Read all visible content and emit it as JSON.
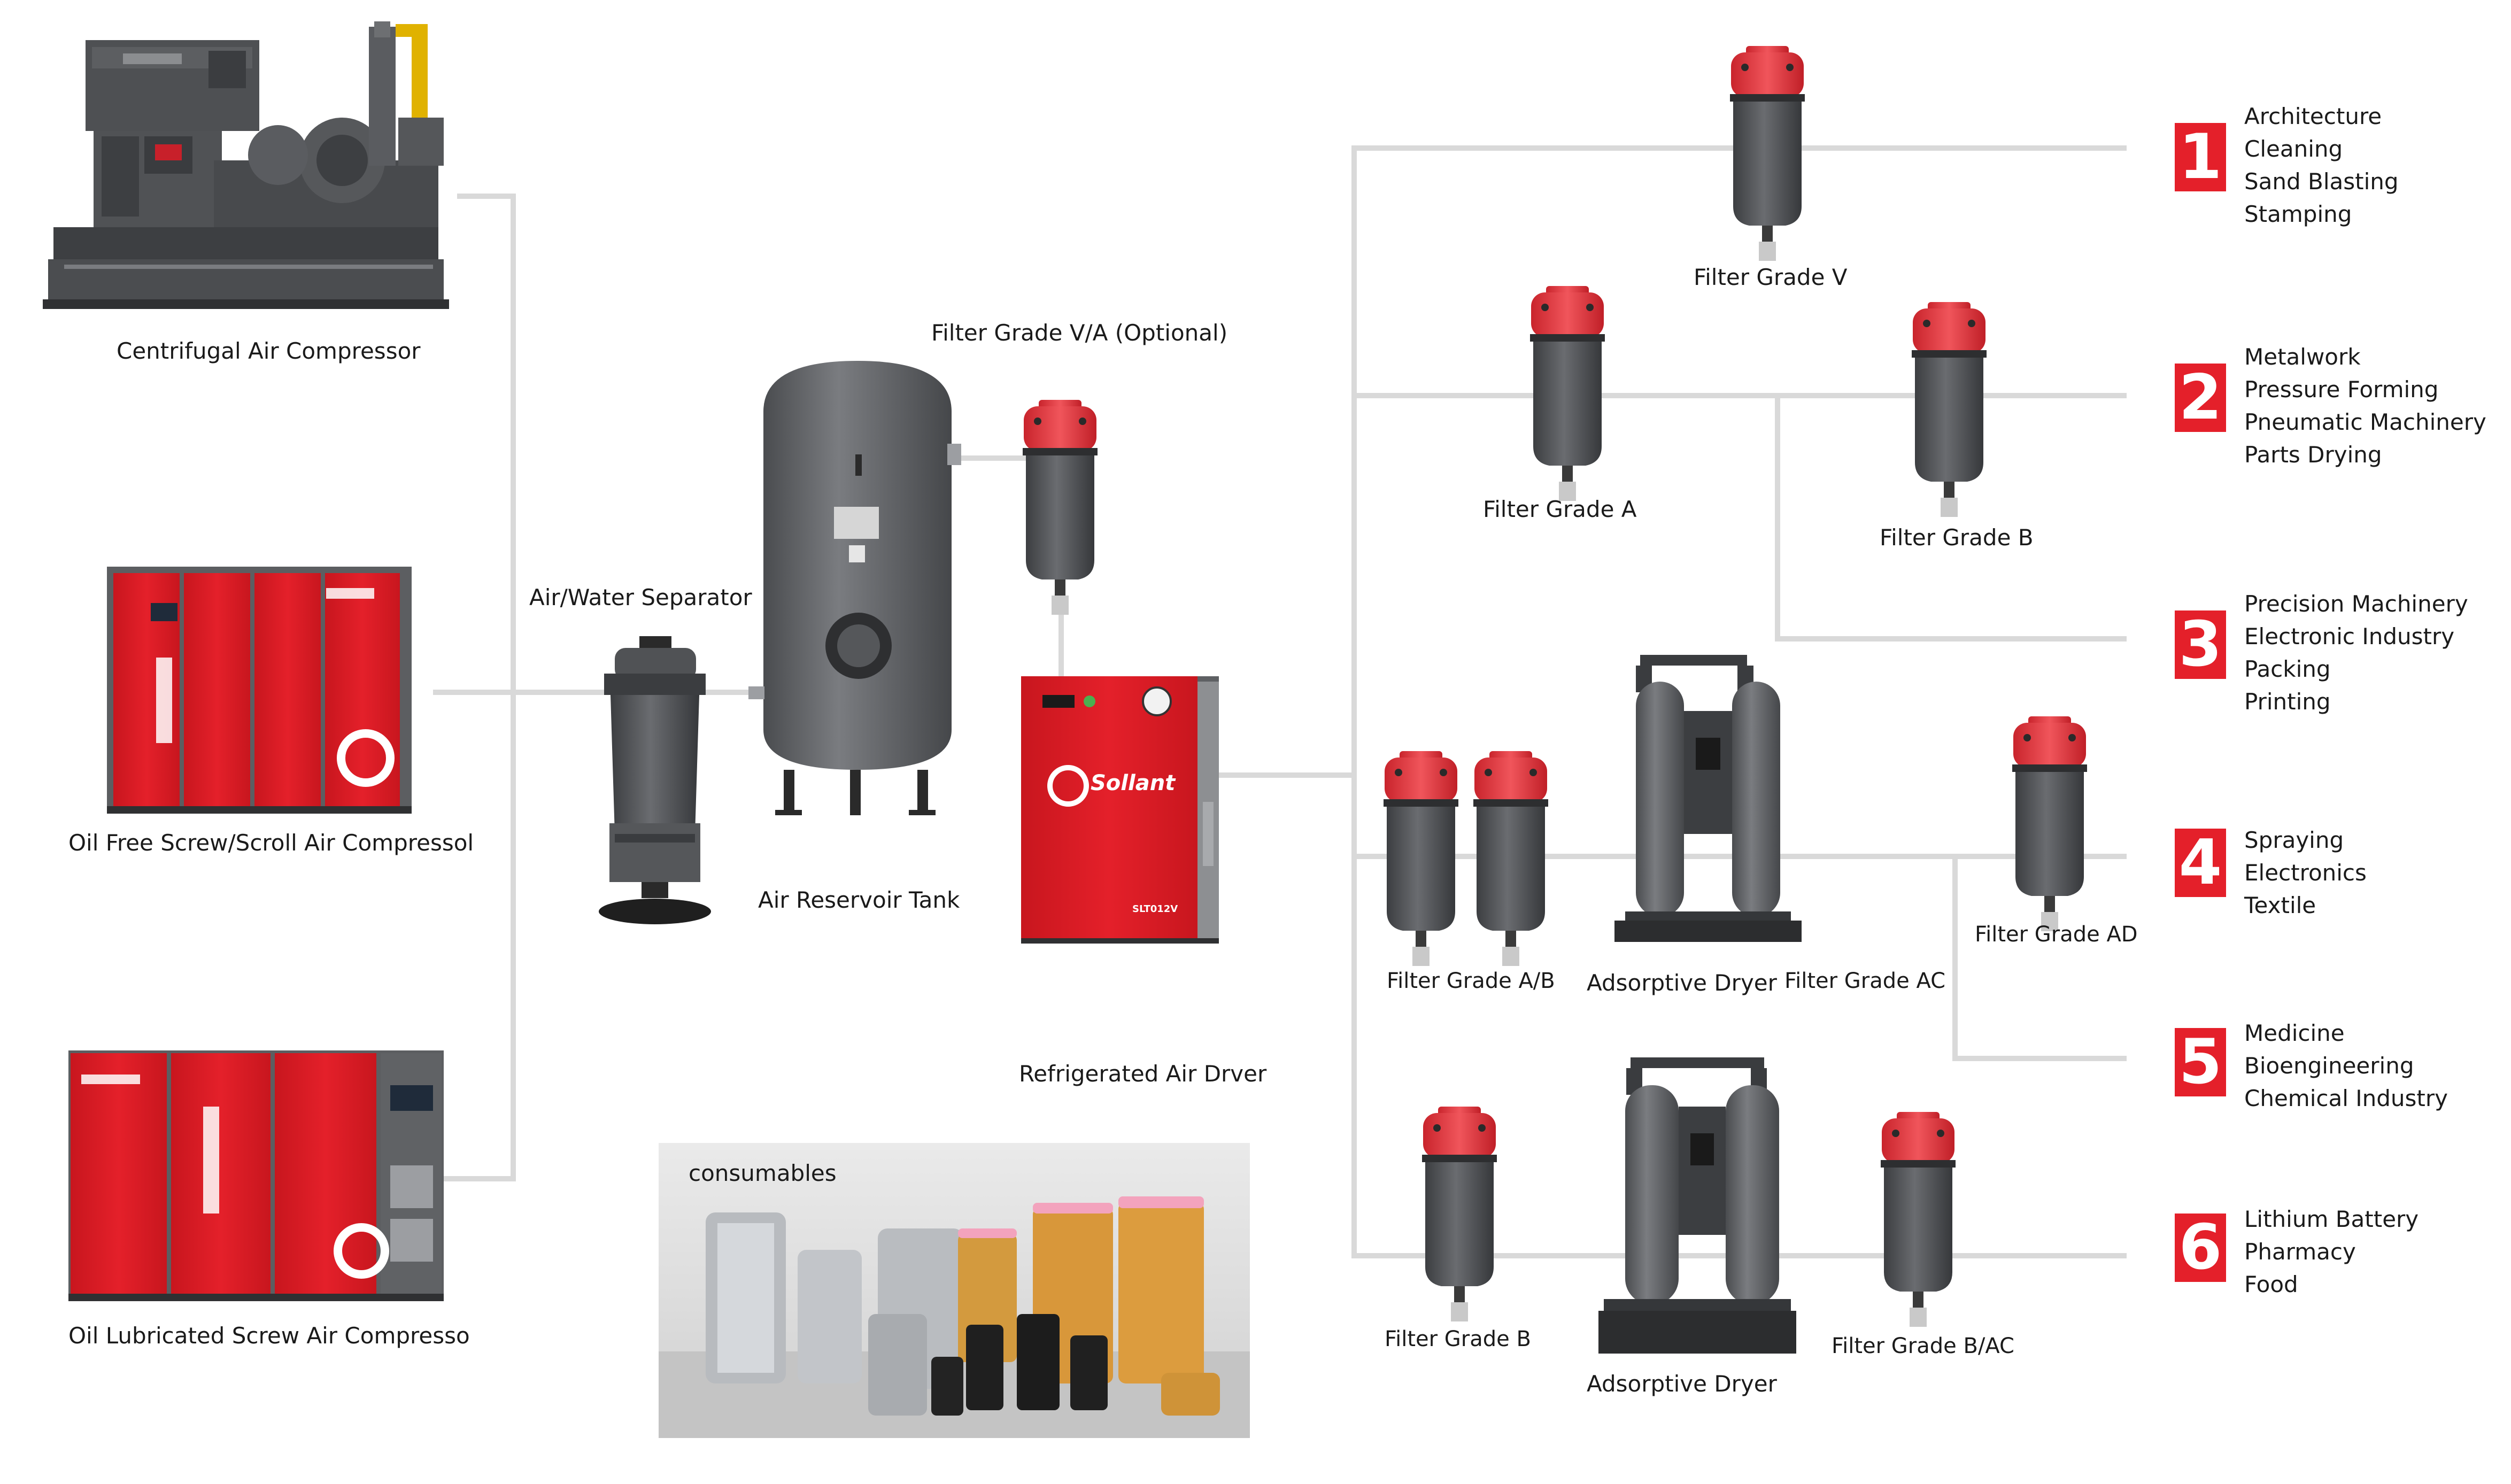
{
  "colors": {
    "pipe": "#d9d9d9",
    "accent_red": "#e4202a",
    "equipment_gray": "#4d4f52",
    "filter_cap_red": "#e23a3f",
    "text": "#1a1a1a"
  },
  "compressors": [
    {
      "label": "Centrifugal Air Compressor",
      "icon": "centrifugal-compressor-icon"
    },
    {
      "label": "Oil Free Screw/Scroll Air Compressol",
      "icon": "screw-compressor-icon"
    },
    {
      "label": "Oil Lubricated Screw Air Compresso",
      "icon": "screw-compressor-icon"
    }
  ],
  "treatment": {
    "separator_label": "Air/Water Separator",
    "tank_label": "Air Reservoir Tank",
    "optional_filter_label": "Filter Grade V/A (Optional)",
    "dryer_label": "Refrigerated Air Drver",
    "dryer_brand": "Sollant",
    "dryer_model": "SLT012V",
    "consumables_label": "consumables"
  },
  "filters": {
    "grade_v": "Filter Grade V",
    "grade_a": "Filter Grade A",
    "grade_b_top": "Filter Grade B",
    "grade_ab": "Filter Grade A/B",
    "adsorptive_dryer_1": "Adsorptive Dryer",
    "grade_ac": "Filter Grade AC",
    "grade_ad": "Filter Grade AD",
    "grade_b_bottom": "Filter Grade B",
    "adsorptive_dryer_2": "Adsorptive Dryer",
    "grade_bac": "Filter Grade B/AC"
  },
  "applications": [
    {
      "number": "1",
      "uses": [
        "Architecture",
        "Cleaning",
        "Sand Blasting",
        "Stamping"
      ]
    },
    {
      "number": "2",
      "uses": [
        "Metalwork",
        "Pressure Forming",
        "Pneumatic Machinery",
        "Parts Drying"
      ]
    },
    {
      "number": "3",
      "uses": [
        "Precision Machinery",
        "Electronic Industry",
        "Packing",
        "Printing"
      ]
    },
    {
      "number": "4",
      "uses": [
        "Spraying",
        "Electronics",
        "Textile"
      ]
    },
    {
      "number": "5",
      "uses": [
        "Medicine",
        "Bioengineering",
        "Chemical Industry"
      ]
    },
    {
      "number": "6",
      "uses": [
        "Lithium Battery",
        "Pharmacy",
        "Food"
      ]
    }
  ]
}
